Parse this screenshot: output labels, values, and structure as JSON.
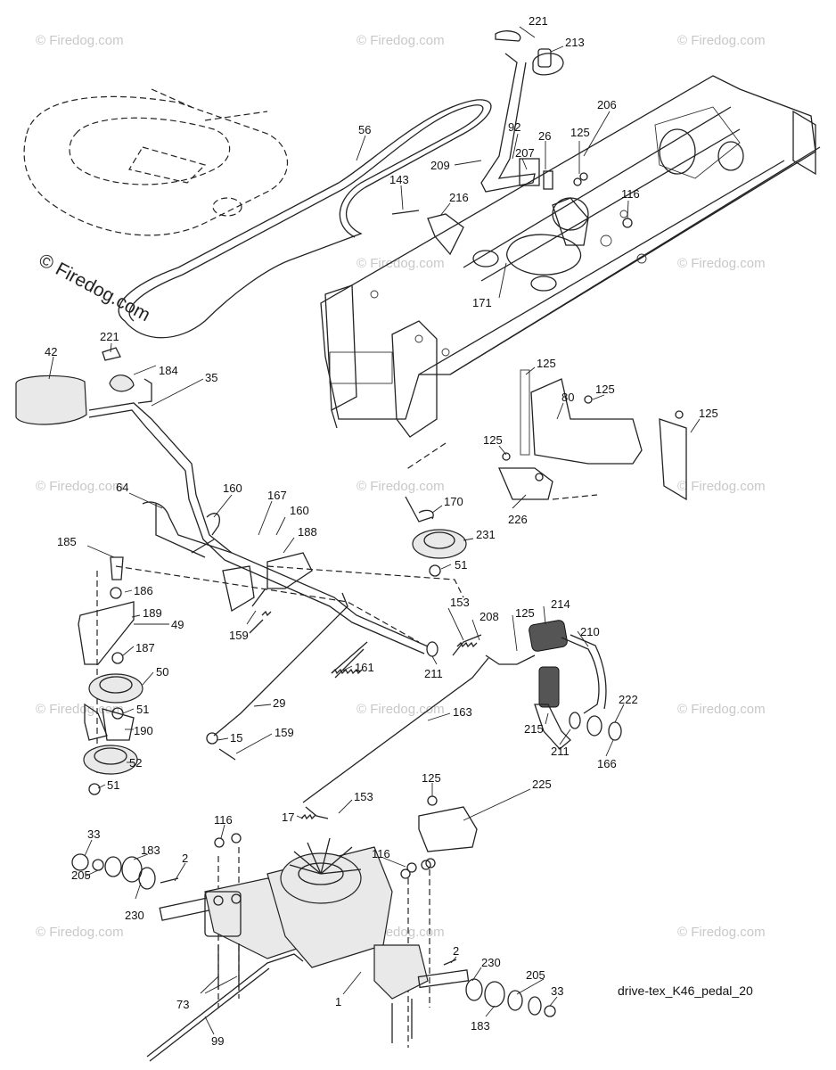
{
  "diagram": {
    "reference": "drive-tex_K46_pedal_20",
    "watermark_main": "© Firedog.com",
    "watermark_faint": "© Firedog.com",
    "labels": {
      "221a": "221",
      "213": "213",
      "56": "56",
      "206": "206",
      "92": "92",
      "26": "26",
      "125a": "125",
      "207": "207",
      "209": "209",
      "143": "143",
      "216": "216",
      "116a": "116",
      "171": "171",
      "221b": "221",
      "184": "184",
      "42": "42",
      "35": "35",
      "125b": "125",
      "80": "80",
      "125c": "125",
      "125d": "125",
      "125e": "125",
      "64": "64",
      "160a": "160",
      "167": "167",
      "160b": "160",
      "188": "188",
      "170": "170",
      "231": "231",
      "226": "226",
      "185": "185",
      "51a": "51",
      "186": "186",
      "189": "189",
      "49": "49",
      "187": "187",
      "159a": "159",
      "153a": "153",
      "208": "208",
      "125f": "125",
      "214": "214",
      "210": "210",
      "50": "50",
      "161": "161",
      "211a": "211",
      "51b": "51",
      "29": "29",
      "163": "163",
      "222": "222",
      "190": "190",
      "15": "15",
      "159b": "159",
      "215": "215",
      "211b": "211",
      "166": "166",
      "52": "52",
      "51c": "51",
      "125g": "125",
      "225": "225",
      "17": "17",
      "153b": "153",
      "116b": "116",
      "33a": "33",
      "183a": "183",
      "2a": "2",
      "116c": "116",
      "205a": "205",
      "230a": "230",
      "2b": "2",
      "230b": "230",
      "205b": "205",
      "73": "73",
      "1": "1",
      "33b": "33",
      "183b": "183",
      "99": "99"
    }
  }
}
